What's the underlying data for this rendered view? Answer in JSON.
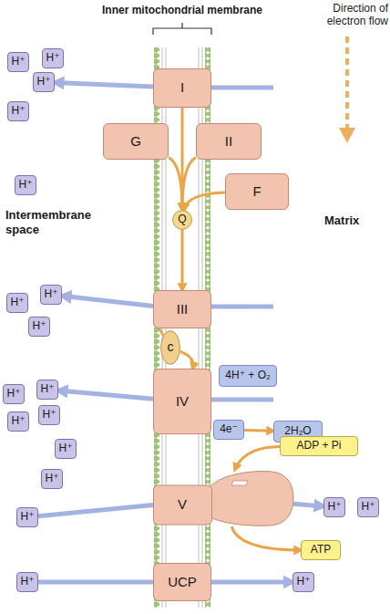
{
  "diagram": {
    "nodes": [
      {
        "text": [
          "H⁺"
        ]
      },
      {
        "text": [
          "H⁺"
        ]
      },
      {
        "text": [
          "I"
        ]
      },
      {
        "text": [
          "H⁺"
        ]
      },
      {
        "text": [
          "H⁺"
        ]
      },
      {
        "text": [
          "G"
        ]
      },
      {
        "text": [
          "II"
        ]
      },
      {
        "text": [
          "F"
        ]
      },
      {
        "text": [
          "H⁺"
        ]
      },
      {
        "text": [
          "Q"
        ]
      },
      {
        "text": [
          "H⁺"
        ]
      },
      {
        "text": [
          "H⁺"
        ]
      },
      {
        "text": [
          "III"
        ]
      },
      {
        "text": [
          "H⁺"
        ]
      },
      {
        "text": [
          "c"
        ]
      },
      {
        "text": [
          "H⁺"
        ]
      },
      {
        "text": [
          "H⁺"
        ]
      },
      {
        "text": [
          "IV"
        ]
      },
      {
        "text": [
          "4H⁺ + O₂"
        ]
      },
      {
        "text": [
          "H⁺"
        ]
      },
      {
        "text": [
          "H⁺"
        ]
      },
      {
        "text": [
          "4e⁻"
        ]
      },
      {
        "text": [
          "2H₂O"
        ]
      },
      {
        "text": [
          "ADP + Pi"
        ]
      },
      {
        "text": [
          "H⁺"
        ]
      },
      {
        "text": [
          "H⁺"
        ]
      },
      {
        "text": [
          "V"
        ]
      },
      {
        "text": [
          "H⁺"
        ]
      },
      {
        "text": [
          "H⁺"
        ]
      },
      {
        "text": [
          "H⁺"
        ]
      },
      {
        "text": [
          "ATP"
        ]
      },
      {
        "text": [
          "UCP"
        ]
      },
      {
        "text": [
          "H⁺"
        ]
      },
      {
        "text": [
          "H⁺"
        ]
      }
    ],
    "edges": [
      {
        "from": 2,
        "to": 3,
        "arrow": "to"
      },
      {
        "from": 2,
        "to": 9,
        "arrow": "to"
      },
      {
        "from": 5,
        "to": 9,
        "arrow": "to"
      },
      {
        "from": 6,
        "to": 9,
        "arrow": "to"
      },
      {
        "from": 7,
        "to": 9,
        "arrow": "to"
      },
      {
        "from": 9,
        "to": 12,
        "arrow": "to"
      },
      {
        "from": 12,
        "to": 10,
        "arrow": "to"
      },
      {
        "from": 12,
        "to": 14,
        "arrow": "none"
      },
      {
        "from": 14,
        "to": 17,
        "arrow": "to"
      },
      {
        "from": 17,
        "to": 16,
        "arrow": "to"
      },
      {
        "from": 21,
        "to": 22,
        "arrow": "to"
      },
      {
        "from": 23,
        "to": 26,
        "arrow": "to"
      },
      {
        "from": 26,
        "to": 30,
        "arrow": "to"
      },
      {
        "from": 27,
        "to": 26,
        "arrow": "none"
      },
      {
        "from": 26,
        "to": 28,
        "arrow": "to"
      },
      {
        "from": 32,
        "to": 31,
        "arrow": "none"
      },
      {
        "from": 31,
        "to": 33,
        "arrow": "to"
      }
    ],
    "labels": [
      "Inner mitochondrial membrane",
      "Direction of electron flow",
      "Intermembrane space",
      "Matrix"
    ]
  }
}
